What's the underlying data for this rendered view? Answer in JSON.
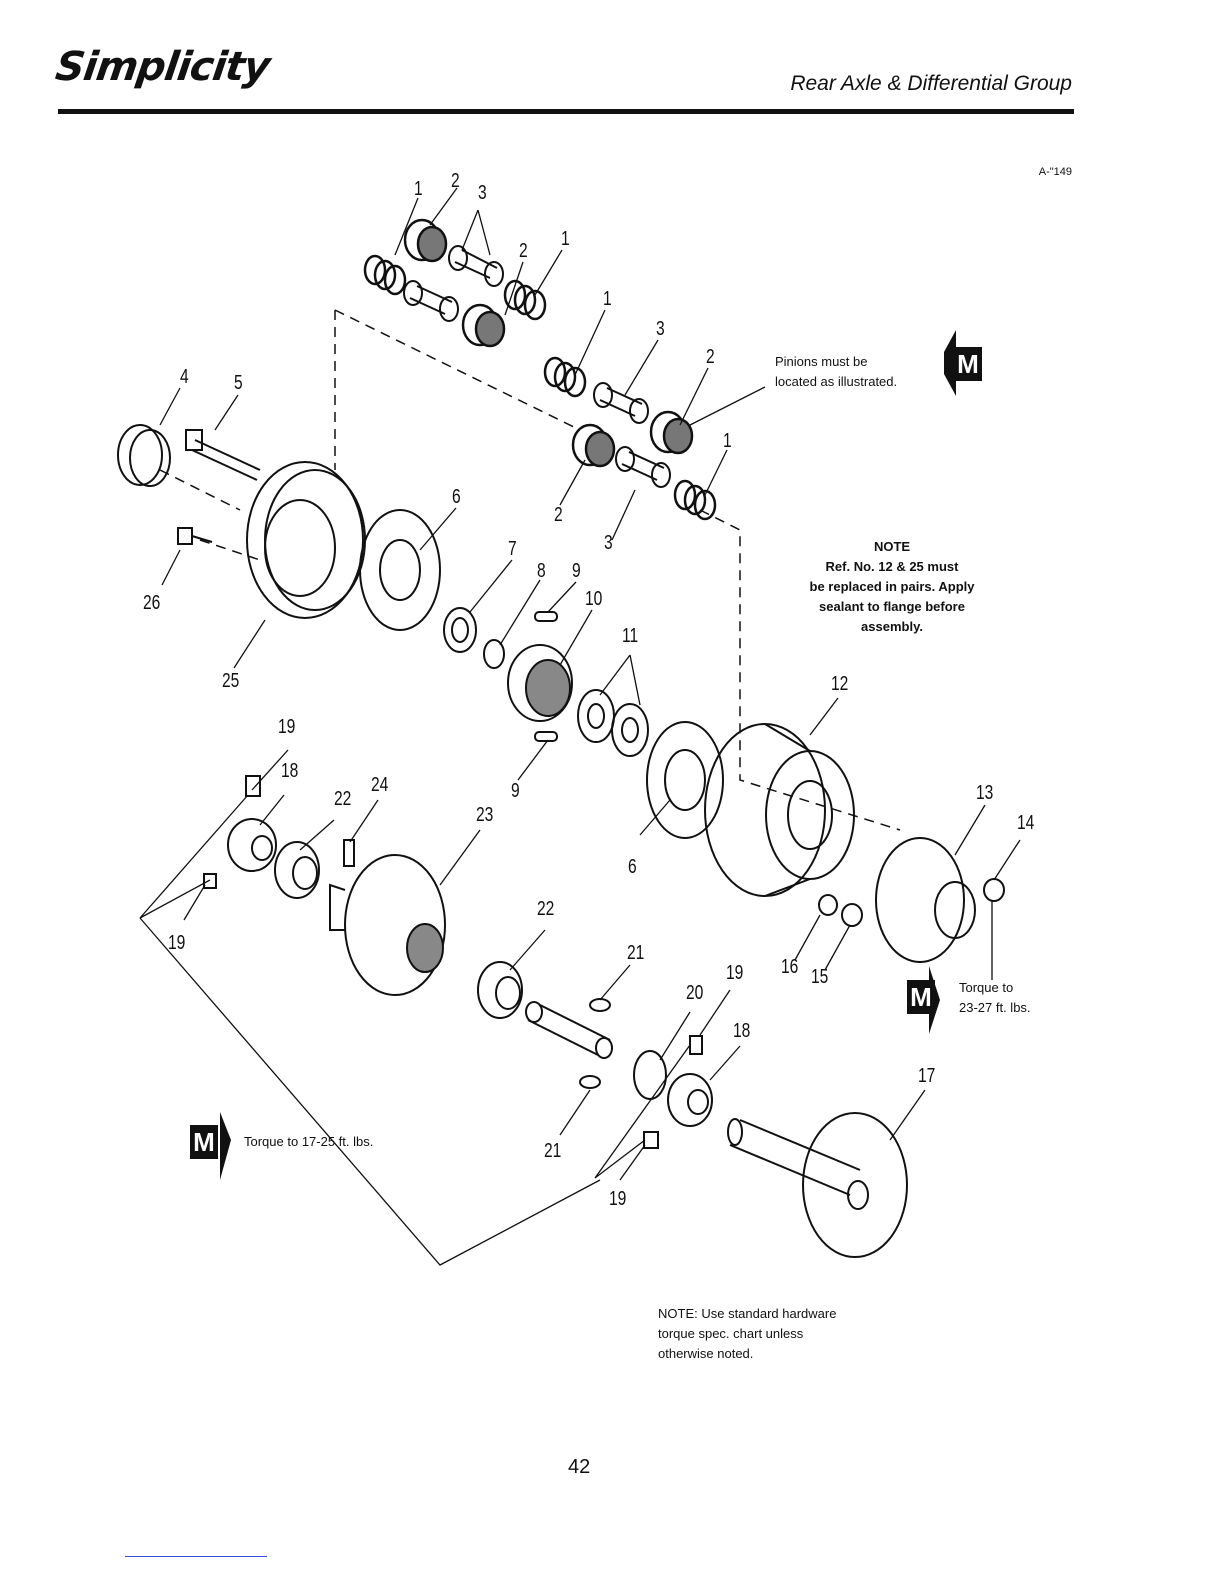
{
  "header": {
    "brand": "Simplicity",
    "section_title": "Rear Axle & Differential Group",
    "figure_code": "A-\"149"
  },
  "callouts": [
    {
      "id": "c1a",
      "text": "1"
    },
    {
      "id": "c2a",
      "text": "2"
    },
    {
      "id": "c3a",
      "text": "3"
    },
    {
      "id": "c2b",
      "text": "2"
    },
    {
      "id": "c1b",
      "text": "1"
    },
    {
      "id": "c1c",
      "text": "1"
    },
    {
      "id": "c3b",
      "text": "3"
    },
    {
      "id": "c2c",
      "text": "2"
    },
    {
      "id": "c1d",
      "text": "1"
    },
    {
      "id": "c2d",
      "text": "2"
    },
    {
      "id": "c3c",
      "text": "3"
    },
    {
      "id": "c4",
      "text": "4"
    },
    {
      "id": "c5",
      "text": "5"
    },
    {
      "id": "c6a",
      "text": "6"
    },
    {
      "id": "c7",
      "text": "7"
    },
    {
      "id": "c8",
      "text": "8"
    },
    {
      "id": "c9a",
      "text": "9"
    },
    {
      "id": "c10",
      "text": "10"
    },
    {
      "id": "c11",
      "text": "11"
    },
    {
      "id": "c26",
      "text": "26"
    },
    {
      "id": "c25",
      "text": "25"
    },
    {
      "id": "c12",
      "text": "12"
    },
    {
      "id": "c19a",
      "text": "19"
    },
    {
      "id": "c18a",
      "text": "18"
    },
    {
      "id": "c22a",
      "text": "22"
    },
    {
      "id": "c24",
      "text": "24"
    },
    {
      "id": "c9b",
      "text": "9"
    },
    {
      "id": "c23",
      "text": "23"
    },
    {
      "id": "c6b",
      "text": "6"
    },
    {
      "id": "c13",
      "text": "13"
    },
    {
      "id": "c14",
      "text": "14"
    },
    {
      "id": "c19b",
      "text": "19"
    },
    {
      "id": "c22b",
      "text": "22"
    },
    {
      "id": "c21a",
      "text": "21"
    },
    {
      "id": "c20",
      "text": "20"
    },
    {
      "id": "c19c",
      "text": "19"
    },
    {
      "id": "c16",
      "text": "16"
    },
    {
      "id": "c15",
      "text": "15"
    },
    {
      "id": "c18b",
      "text": "18"
    },
    {
      "id": "c17",
      "text": "17"
    },
    {
      "id": "c21b",
      "text": "21"
    },
    {
      "id": "c19d",
      "text": "19"
    }
  ],
  "notes": {
    "pinions": [
      "Pinions must be",
      "located as illustrated."
    ],
    "replace_title": "NOTE",
    "replace_body": [
      "Ref. No. 12 & 25 must",
      "be replaced in pairs. Apply",
      "sealant to flange before",
      "assembly."
    ],
    "torque_right": [
      "Torque to",
      "23-27 ft. lbs."
    ],
    "torque_left": "Torque to 17-25 ft. lbs.",
    "hardware": [
      "NOTE: Use standard hardware",
      "torque spec. chart unless",
      "otherwise noted."
    ]
  },
  "badge_letter": "M",
  "page_number": "42"
}
